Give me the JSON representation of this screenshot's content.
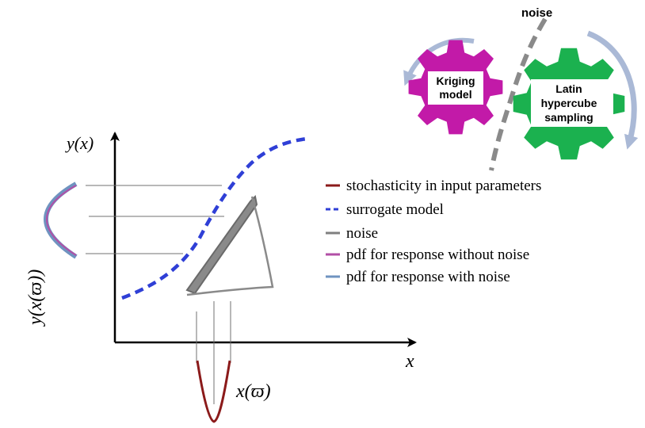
{
  "top_label": "noise",
  "gear_left": {
    "line1": "Kriging",
    "line2": "model",
    "color": "#c21aa8"
  },
  "gear_right": {
    "line1": "Latin",
    "line2": "hypercube",
    "line3": "sampling",
    "color": "#1bb14f"
  },
  "axes": {
    "y_label": "y(x)",
    "x_label": "x",
    "y_pdf_label": "y(x(ϖ))",
    "x_pdf_label": "x(ϖ)"
  },
  "legend": [
    {
      "label": "stochasticity in input parameters",
      "color": "#8b1a1a",
      "style": "solid"
    },
    {
      "label": "surrogate model",
      "color": "#2f3fd6",
      "style": "dashed"
    },
    {
      "label": "noise",
      "color": "#7f7f7f",
      "style": "solid"
    },
    {
      "label": "pdf for response without noise",
      "color": "#b24fa6",
      "style": "solid"
    },
    {
      "label": "pdf for response with noise",
      "color": "#6f93c0",
      "style": "solid"
    }
  ],
  "colors": {
    "surrogate": "#2f3fd6",
    "noise": "#7f7f7f",
    "input_pdf": "#8b1a1a",
    "pdf_with_noise": "#6f93c0",
    "pdf_without_noise": "#b24fa6",
    "cycle_arrow": "#aab9d6"
  }
}
